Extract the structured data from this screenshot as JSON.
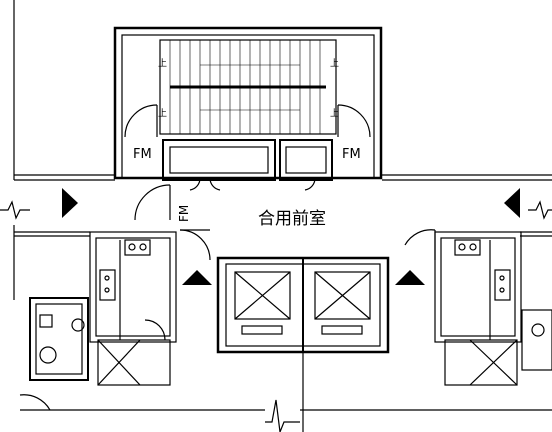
{
  "labels": {
    "main_room": "合用前室",
    "fm_left": "FM",
    "fm_right": "FM",
    "fm_door": "FM",
    "stair_up_1": "上",
    "stair_up_2": "上",
    "stair_up_3": "上",
    "stair_up_4": "上"
  },
  "colors": {
    "line": "#000000",
    "background": "#ffffff"
  },
  "icons": [
    "arrow-right-icon",
    "arrow-left-icon",
    "arrow-up-icon",
    "break-line-icon",
    "door-swing-icon",
    "elevator-cross-icon"
  ]
}
